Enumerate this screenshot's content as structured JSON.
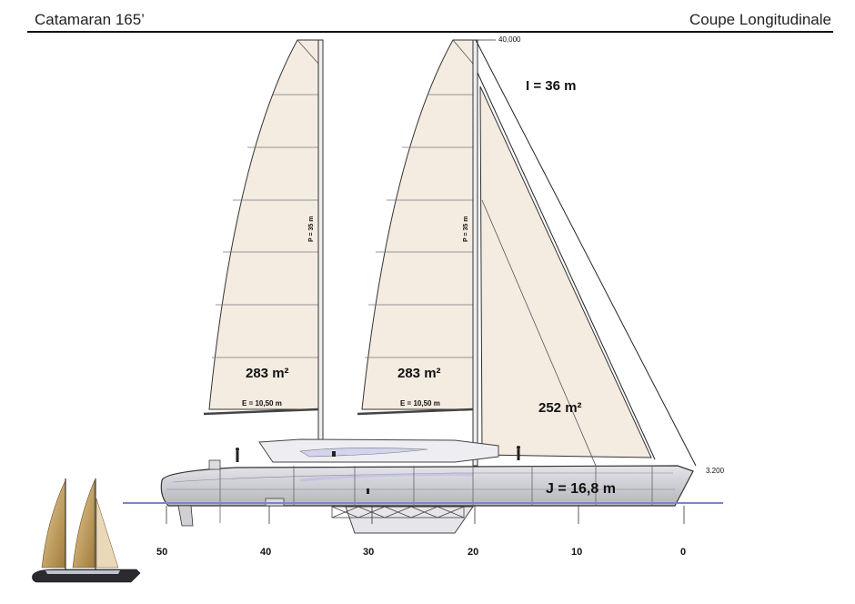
{
  "header": {
    "left_title": "Catamaran 165’",
    "right_title": "Coupe Longitudinale"
  },
  "annotations": {
    "mast_height": "40,000",
    "i_dim": "I = 36 m",
    "p_dim_fore": "P = 35 m",
    "p_dim_aft": "P = 35 m",
    "main_area_1": "283 m²",
    "main_area_2": "283 m²",
    "jib_area": "252 m²",
    "e_dim_1": "E = 10,50 m",
    "e_dim_2": "E = 10,50 m",
    "j_dim": "J = 16,8 m",
    "bow_height": "3.200"
  },
  "scale": {
    "ticks": [
      "50",
      "40",
      "30",
      "20",
      "10",
      "0"
    ]
  },
  "colors": {
    "sail_fill": "#f4ebe1",
    "hull_fill": "#c9c9cf",
    "waterline": "#7a86c8",
    "ink": "#111111"
  }
}
